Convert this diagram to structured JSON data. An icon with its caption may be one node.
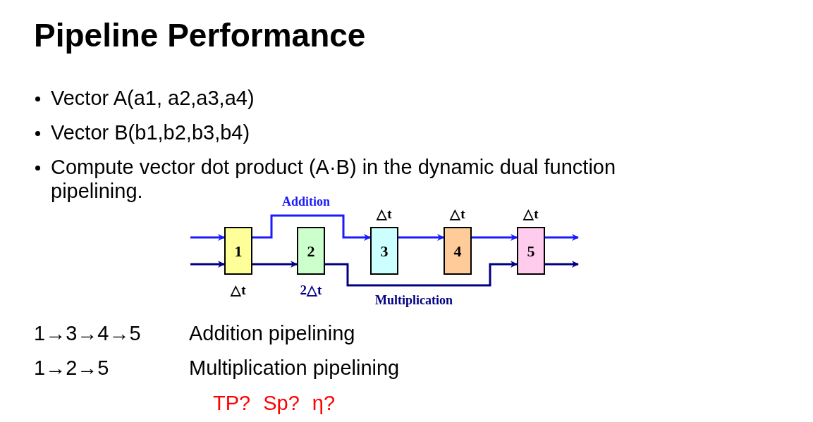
{
  "diagram": {
    "title": "Pipeline Performance",
    "nodes": [
      {
        "text": [
          "1"
        ],
        "beside": [
          "△t"
        ]
      },
      {
        "text": [
          "2"
        ],
        "beside": [
          "2△t"
        ]
      },
      {
        "text": [
          "3"
        ],
        "beside": [
          "△t"
        ]
      },
      {
        "text": [
          "4"
        ],
        "beside": [
          "△t"
        ]
      },
      {
        "text": [
          "5"
        ],
        "beside": [
          "△t"
        ]
      }
    ],
    "edges": [
      {
        "from": null,
        "to": 0,
        "arrow": "to"
      },
      {
        "from": null,
        "to": 0,
        "arrow": "to",
        "color": "#000080"
      },
      {
        "from": 0,
        "to": 2,
        "arrow": "to",
        "label": "Addition"
      },
      {
        "from": 0,
        "to": 1,
        "arrow": "to",
        "color": "#000080"
      },
      {
        "from": 2,
        "to": 3,
        "arrow": "to"
      },
      {
        "from": 3,
        "to": 4,
        "arrow": "to"
      },
      {
        "from": 1,
        "to": 4,
        "arrow": "to",
        "label": "Multiplication",
        "color": "#000080"
      },
      {
        "from": 4,
        "to": null,
        "arrow": "to"
      },
      {
        "from": 4,
        "to": null,
        "arrow": "to",
        "color": "#000080"
      }
    ],
    "labels": [
      "Vector A(a1, a2,a3,a4)",
      "Vector B(b1,b2,b3,b4)",
      "Compute vector dot product (A·B) in the dynamic dual function pipelining.",
      "1→3→4→5",
      "Addition pipelining",
      "1→2→5",
      "Multiplication pipelining",
      "TP?",
      "Sp?",
      "η?"
    ]
  }
}
